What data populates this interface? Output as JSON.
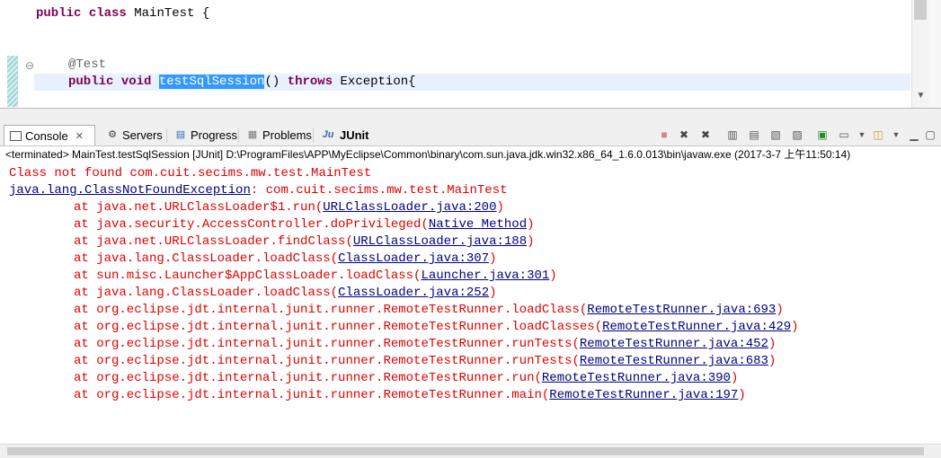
{
  "editor": {
    "line1": {
      "kw1": "public",
      "kw2": "class",
      "rest": " MainTest {"
    },
    "annotation": "@Test",
    "line3": {
      "kw1": "public",
      "kw2": "void",
      "selected": "testSqlSession",
      "paren": "() ",
      "kw3": "throws",
      "rest": " Exception{"
    }
  },
  "tabs": [
    {
      "label": "Console",
      "icon": "console-icon",
      "close": "✕"
    },
    {
      "label": "Servers",
      "icon": "servers-icon"
    },
    {
      "label": "Progress",
      "icon": "progress-icon"
    },
    {
      "label": "Problems",
      "icon": "problems-icon"
    },
    {
      "label": "JUnit",
      "icon": "junit-icon",
      "icon_text": "Ju"
    }
  ],
  "status_line": "<terminated> MainTest.testSqlSession [JUnit] D:\\ProgramFiles\\APP\\MyEclipse\\Common\\binary\\com.sun.java.jdk.win32.x86_64_1.6.0.013\\bin\\javaw.exe (2017-3-7 上午11:50:14)",
  "console": {
    "line0": "Class not found com.cuit.secims.mw.test.MainTest",
    "exception": {
      "link": "java.lang.ClassNotFoundException",
      "text": ": com.cuit.secims.mw.test.MainTest"
    },
    "stack": [
      {
        "prefix": "at java.net.URLClassLoader$1.run(",
        "link": "URLClassLoader.java:200",
        "suffix": ")"
      },
      {
        "prefix": "at java.security.AccessController.doPrivileged(",
        "link": "Native Method",
        "suffix": ")"
      },
      {
        "prefix": "at java.net.URLClassLoader.findClass(",
        "link": "URLClassLoader.java:188",
        "suffix": ")"
      },
      {
        "prefix": "at java.lang.ClassLoader.loadClass(",
        "link": "ClassLoader.java:307",
        "suffix": ")"
      },
      {
        "prefix": "at sun.misc.Launcher$AppClassLoader.loadClass(",
        "link": "Launcher.java:301",
        "suffix": ")"
      },
      {
        "prefix": "at java.lang.ClassLoader.loadClass(",
        "link": "ClassLoader.java:252",
        "suffix": ")"
      },
      {
        "prefix": "at org.eclipse.jdt.internal.junit.runner.RemoteTestRunner.loadClass(",
        "link": "RemoteTestRunner.java:693",
        "suffix": ")"
      },
      {
        "prefix": "at org.eclipse.jdt.internal.junit.runner.RemoteTestRunner.loadClasses(",
        "link": "RemoteTestRunner.java:429",
        "suffix": ")"
      },
      {
        "prefix": "at org.eclipse.jdt.internal.junit.runner.RemoteTestRunner.runTests(",
        "link": "RemoteTestRunner.java:452",
        "suffix": ")"
      },
      {
        "prefix": "at org.eclipse.jdt.internal.junit.runner.RemoteTestRunner.runTests(",
        "link": "RemoteTestRunner.java:683",
        "suffix": ")"
      },
      {
        "prefix": "at org.eclipse.jdt.internal.junit.runner.RemoteTestRunner.run(",
        "link": "RemoteTestRunner.java:390",
        "suffix": ")"
      },
      {
        "prefix": "at org.eclipse.jdt.internal.junit.runner.RemoteTestRunner.main(",
        "link": "RemoteTestRunner.java:197",
        "suffix": ")"
      }
    ]
  },
  "toolbar_icons": [
    "terminate-icon",
    "remove-launch-icon",
    "remove-all-icon",
    "scroll-lock-icon",
    "word-wrap-icon",
    "clear-console-icon",
    "pin-console-icon",
    "display-console-icon",
    "new-console-icon",
    "minimize-icon",
    "maximize-icon"
  ]
}
